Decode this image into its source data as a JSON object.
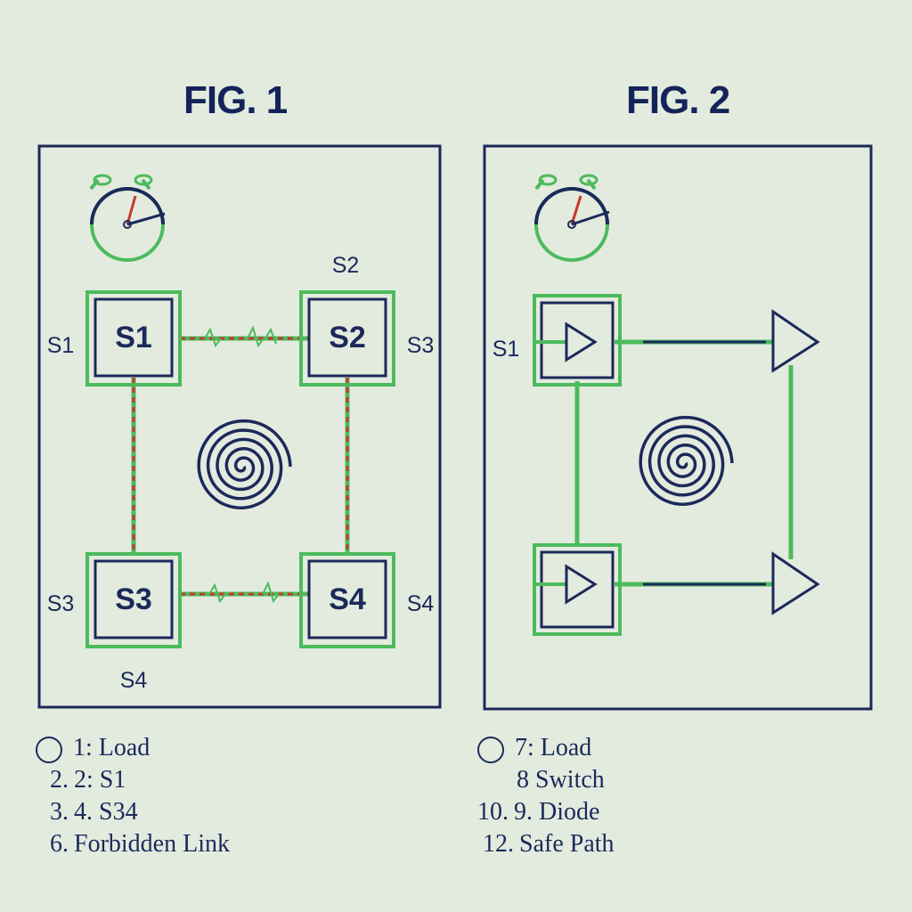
{
  "figures": [
    {
      "title": "FIG. 1",
      "boxes": [
        {
          "label": "S1"
        },
        {
          "label": "S2"
        },
        {
          "label": "S3"
        },
        {
          "label": "S4"
        }
      ],
      "side_labels": {
        "top": "S2",
        "left_upper": "S1",
        "right_upper": "S3",
        "left_lower": "S3",
        "right_lower": "S4",
        "bottom": "S4"
      }
    },
    {
      "title": "FIG. 2",
      "side_labels": {
        "left_upper": "S1"
      }
    }
  ],
  "legend_left": [
    {
      "marker": "circle",
      "num": "",
      "text": "1: Load"
    },
    {
      "marker": "",
      "num": "2.",
      "text": "2: S1"
    },
    {
      "marker": "",
      "num": "3.",
      "text": "4. S34"
    },
    {
      "marker": "",
      "num": "6.",
      "text": "Forbidden Link"
    }
  ],
  "legend_right": [
    {
      "marker": "circle",
      "num": "",
      "text": "7: Load"
    },
    {
      "marker": "",
      "num": "",
      "text": "8 Switch"
    },
    {
      "marker": "",
      "num": "10.",
      "text": "9. Diode"
    },
    {
      "marker": "",
      "num": "12.",
      "text": "Safe Path"
    }
  ],
  "colors": {
    "navy": "#1b2a5a",
    "green": "#4cbb5c",
    "red": "#c8382e",
    "background": "#e3ebdf"
  },
  "icons": [
    "clock-icon",
    "spiral-icon",
    "diode-icon"
  ]
}
